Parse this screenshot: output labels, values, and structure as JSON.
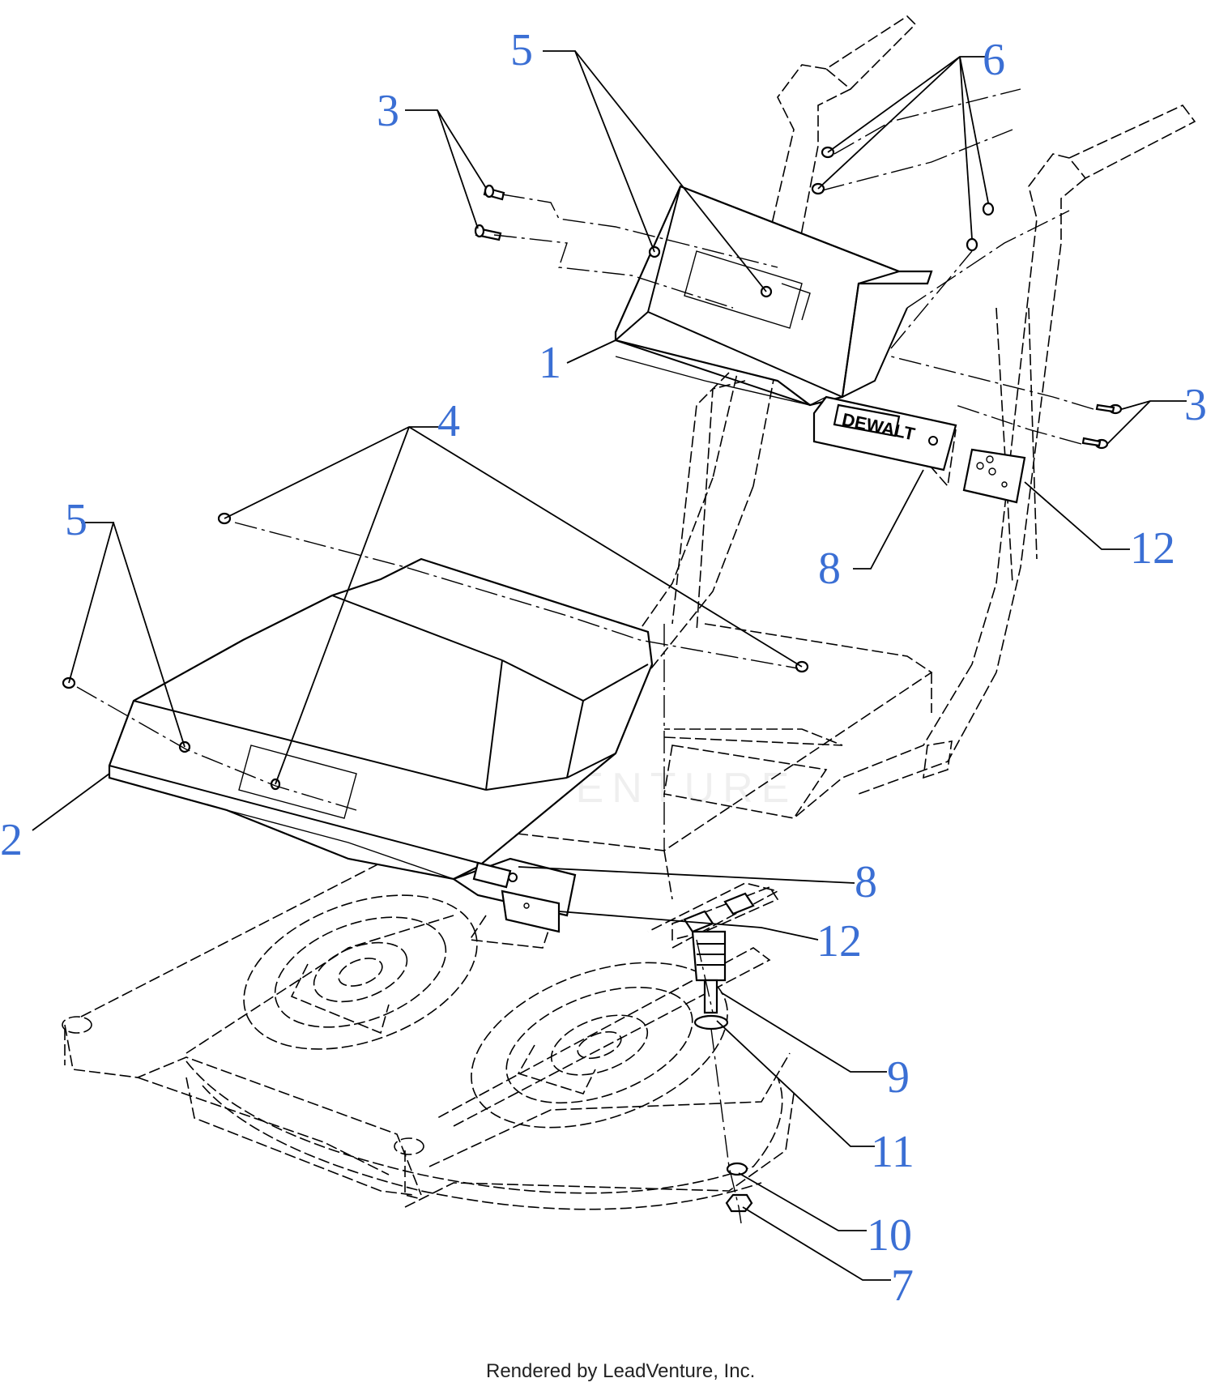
{
  "callouts": [
    {
      "id": "c5a",
      "text": "5"
    },
    {
      "id": "c6",
      "text": "6"
    },
    {
      "id": "c3a",
      "text": "3"
    },
    {
      "id": "c1",
      "text": "1"
    },
    {
      "id": "c3b",
      "text": "3"
    },
    {
      "id": "c4",
      "text": "4"
    },
    {
      "id": "c8a",
      "text": "8"
    },
    {
      "id": "c12a",
      "text": "12"
    },
    {
      "id": "c5b",
      "text": "5"
    },
    {
      "id": "c2",
      "text": "2"
    },
    {
      "id": "c8b",
      "text": "8"
    },
    {
      "id": "c12b",
      "text": "12"
    },
    {
      "id": "c9",
      "text": "9"
    },
    {
      "id": "c11",
      "text": "11"
    },
    {
      "id": "c10",
      "text": "10"
    },
    {
      "id": "c7",
      "text": "7"
    }
  ],
  "brand_label": "DEWALT",
  "watermark": "LEADVENTURE",
  "footer": "Rendered by LeadVenture, Inc.",
  "colors": {
    "callout": "#3b6fd4",
    "line": "#000000",
    "background": "#ffffff"
  }
}
